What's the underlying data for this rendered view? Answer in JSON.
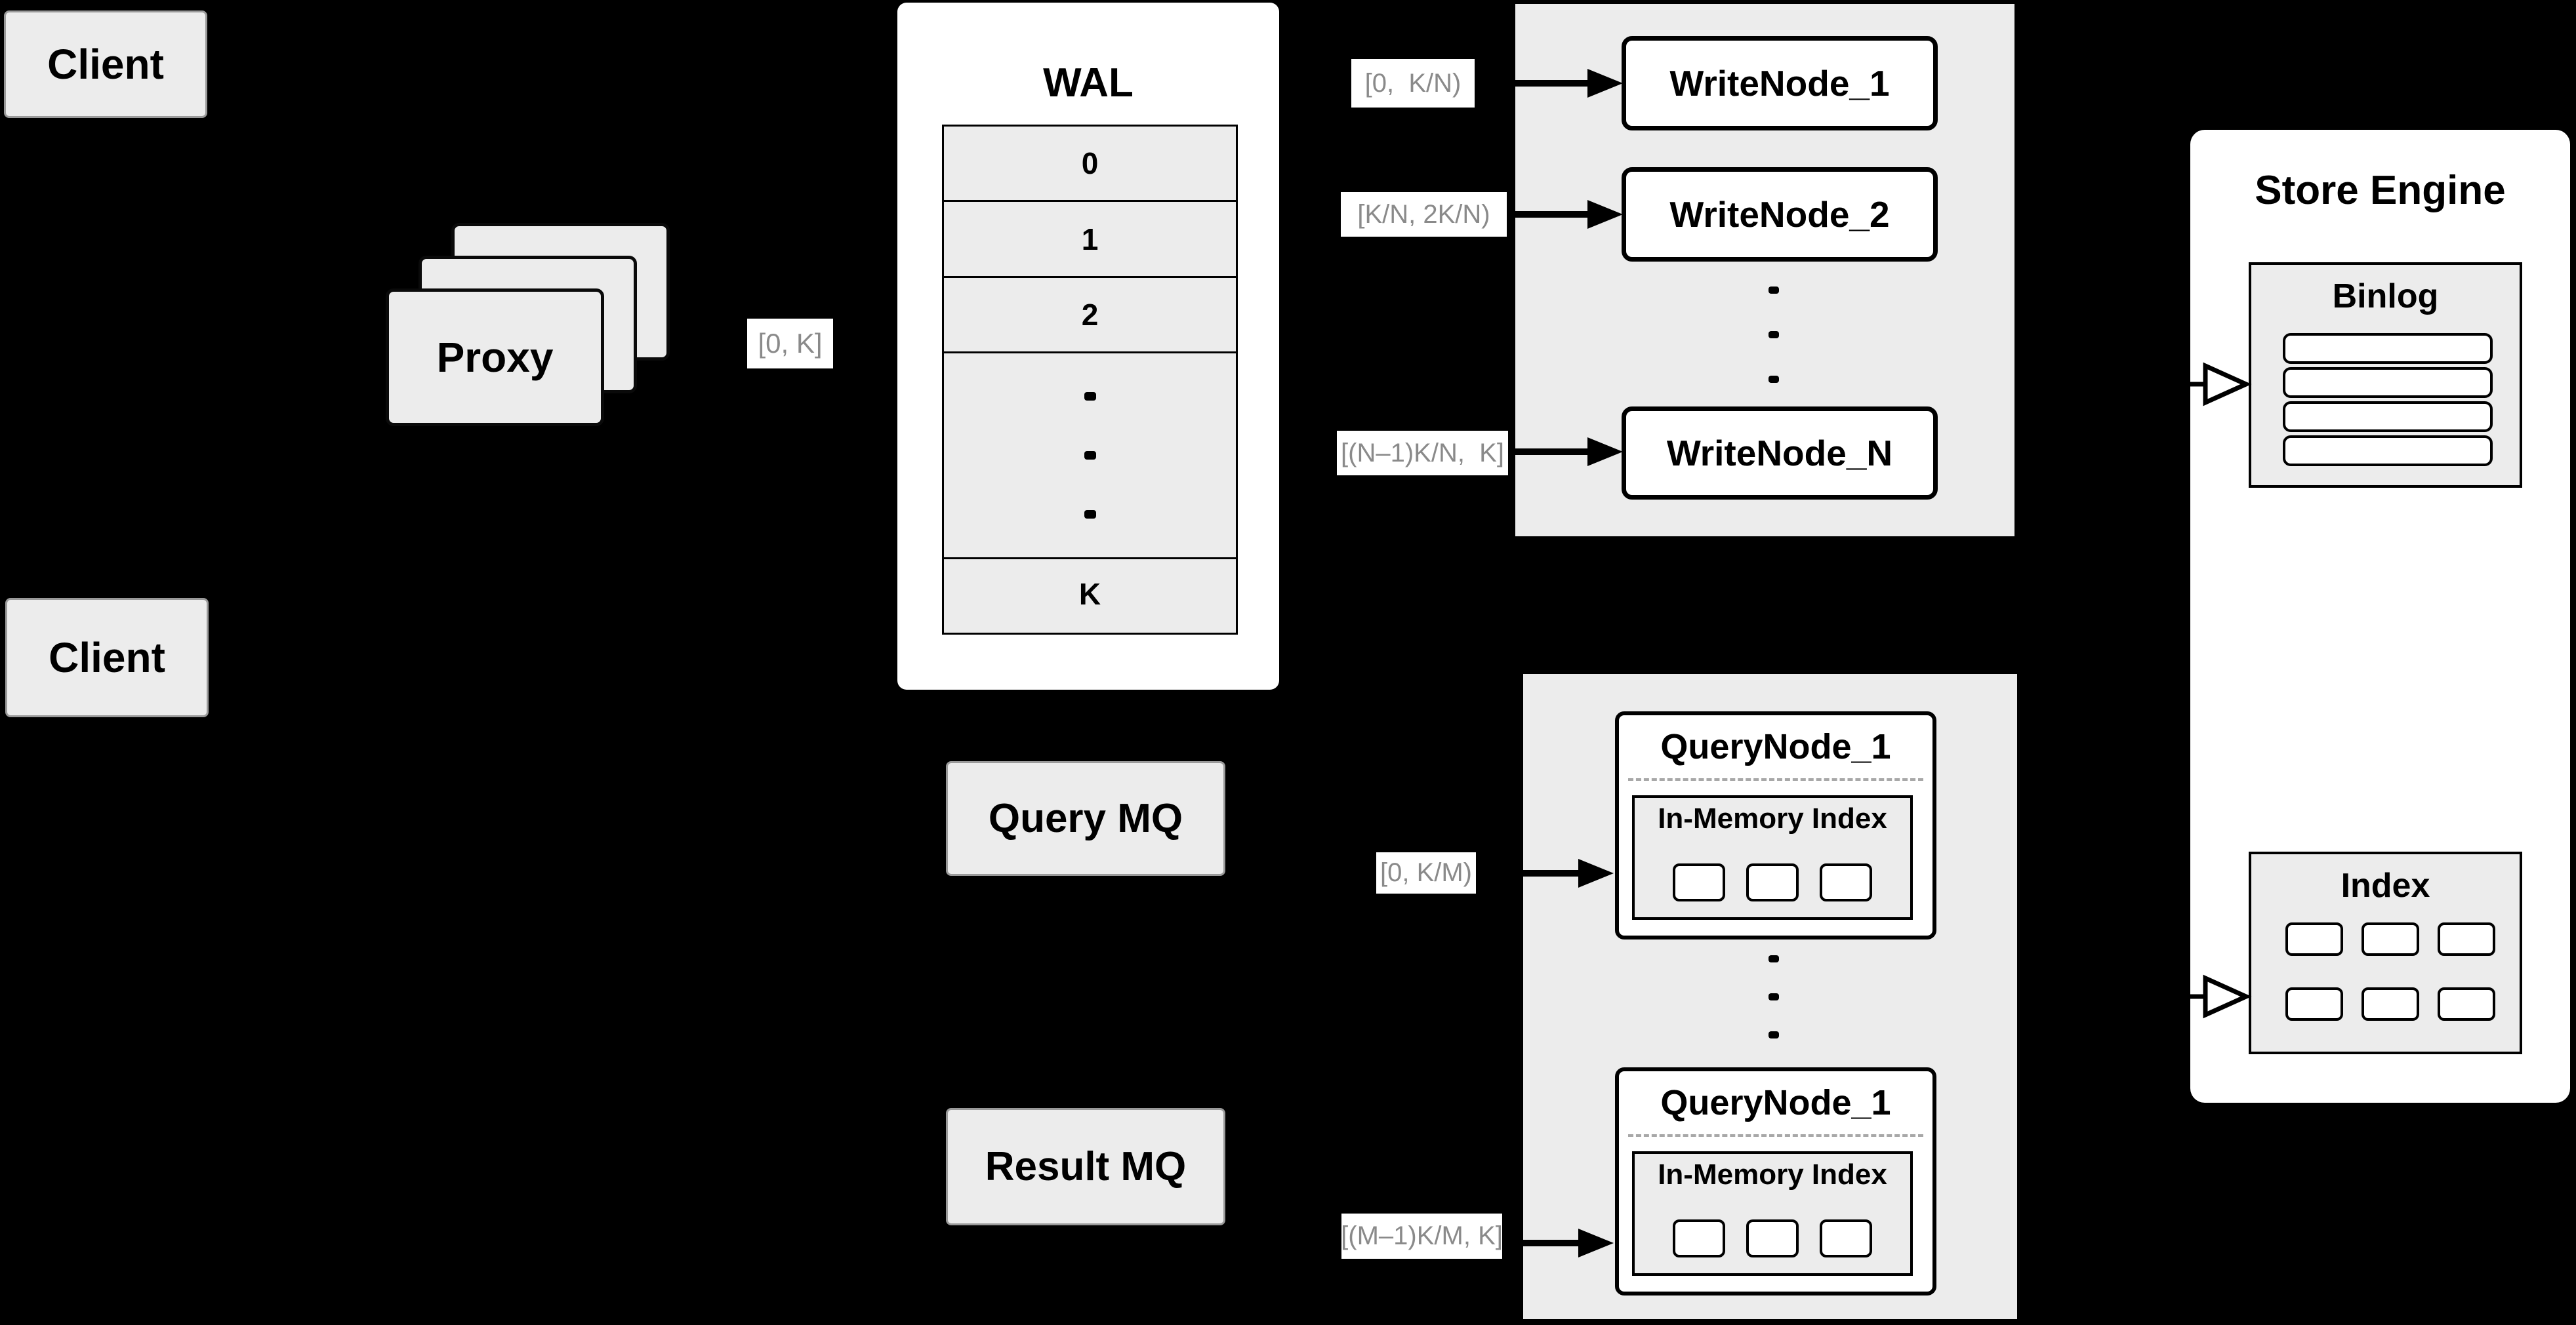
{
  "colors": {
    "background": "#000000",
    "surface_gray": "#ececec",
    "surface_white": "#ffffff",
    "border_black": "#000000",
    "border_gray": "#9a9a9a",
    "label_text_gray": "#8a8a8a"
  },
  "clients": {
    "top": "Client",
    "bottom": "Client"
  },
  "proxy": {
    "label": "Proxy",
    "range_label": "[0, K]"
  },
  "wal": {
    "title": "WAL",
    "rows": [
      "0",
      "1",
      "2",
      "K"
    ],
    "ellipsis": "..."
  },
  "write_group": {
    "labels": [
      "[0,  K/N)",
      "[K/N, 2K/N)",
      "[(N–1)K/N,  K]"
    ],
    "nodes": [
      "WriteNode_1",
      "WriteNode_2",
      "WriteNode_N"
    ],
    "ellipsis": "..."
  },
  "mq": {
    "query": "Query MQ",
    "result": "Result MQ"
  },
  "query_group": {
    "labels": [
      "[0, K/M)",
      "[(M–1)K/M, K]"
    ],
    "nodes": [
      {
        "title": "QueryNode_1",
        "memory_title": "In-Memory Index"
      },
      {
        "title": "QueryNode_1",
        "memory_title": "In-Memory Index"
      }
    ],
    "ellipsis": "..."
  },
  "store": {
    "title": "Store Engine",
    "binlog_title": "Binlog",
    "index_title": "Index"
  }
}
